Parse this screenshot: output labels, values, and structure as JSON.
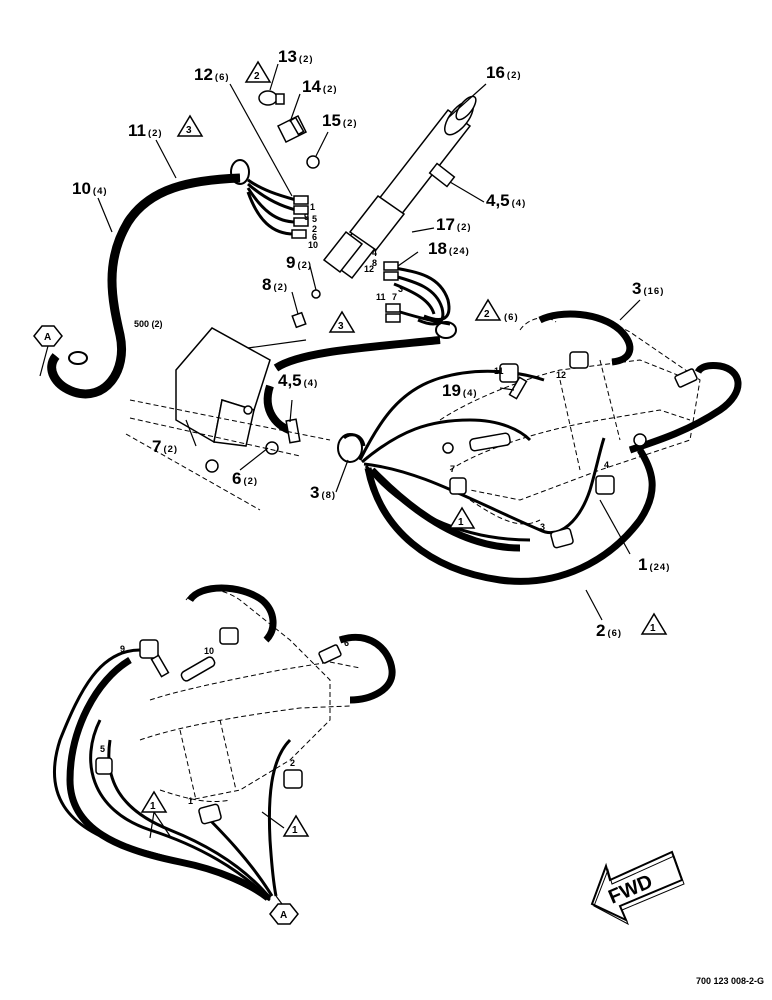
{
  "callouts": [
    {
      "num": "13",
      "qty": "(2)"
    },
    {
      "num": "12",
      "qty": "(6)"
    },
    {
      "num": "14",
      "qty": "(2)"
    },
    {
      "num": "16",
      "qty": "(2)"
    },
    {
      "num": "11",
      "qty": "(2)"
    },
    {
      "num": "15",
      "qty": "(2)"
    },
    {
      "num": "10",
      "qty": "(4)"
    },
    {
      "num": "4,5",
      "qty": "(4)"
    },
    {
      "num": "17",
      "qty": "(2)"
    },
    {
      "num": "18",
      "qty": "(24)"
    },
    {
      "num": "9",
      "qty": "(2)"
    },
    {
      "num": "8",
      "qty": "(2)"
    },
    {
      "num": "3",
      "qty": "(16)"
    },
    {
      "num": "4,5",
      "qty": "(4)"
    },
    {
      "num": "19",
      "qty": "(4)"
    },
    {
      "num": "7",
      "qty": "(2)"
    },
    {
      "num": "6",
      "qty": "(2)"
    },
    {
      "num": "3",
      "qty": "(8)"
    },
    {
      "num": "1",
      "qty": "(24)"
    },
    {
      "num": "2",
      "qty": "(6)"
    }
  ],
  "hose_length_label": "500 (2)",
  "notes": {
    "n1": "1",
    "n2": "2",
    "n3": "3"
  },
  "connector_a": "A",
  "fitting_numbers": [
    "1",
    "2",
    "3",
    "4",
    "5",
    "6",
    "7",
    "8",
    "9",
    "10",
    "11",
    "12"
  ],
  "fwd_label": "FWD",
  "drawing_code": "700 123 008-2-G",
  "colors": {
    "line": "#000000",
    "background": "#ffffff"
  }
}
